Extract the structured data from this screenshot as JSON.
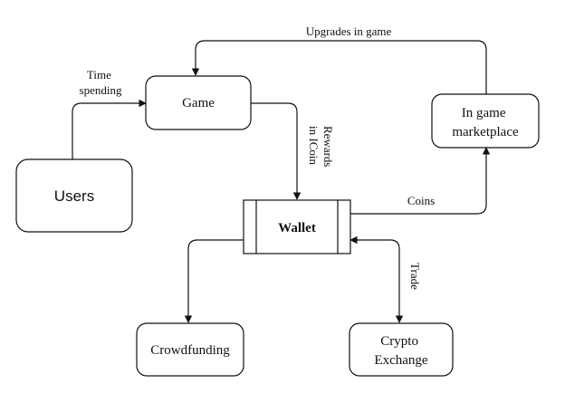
{
  "nodes": {
    "users": "Users",
    "game": "Game",
    "wallet": "Wallet",
    "marketplace": [
      "In game",
      "marketplace"
    ],
    "crowdfunding": "Crowdfunding",
    "exchange": [
      "Crypto",
      "Exchange"
    ]
  },
  "edges": {
    "time_spending": [
      "Time",
      "spending"
    ],
    "rewards": [
      "Rewards",
      "in ICoin"
    ],
    "coins": "Coins",
    "upgrades": "Upgrades in game",
    "trade": "Trade"
  }
}
